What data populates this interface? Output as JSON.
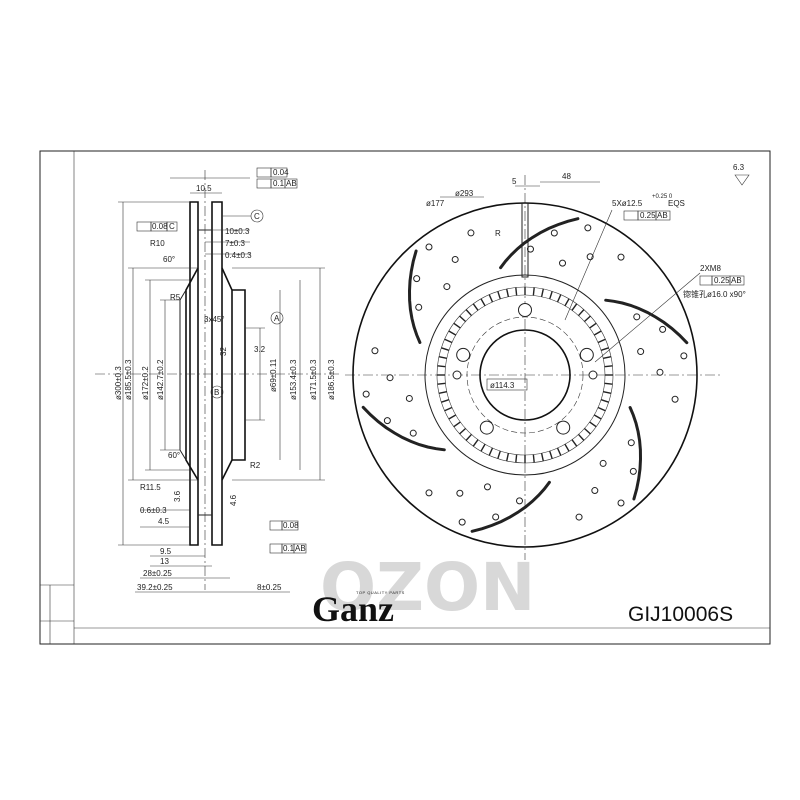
{
  "drawing": {
    "watermark": "OZON",
    "roughness": "6.3",
    "part_number": "GIJ10006S"
  },
  "brand": {
    "name": "Ganz",
    "tagline": "TOP QUALITY PARTS"
  },
  "side_view": {
    "dims_top": [
      "10.5",
      "10±0.3",
      "7±0.3",
      "0.4±0.3"
    ],
    "dims_left_labels": [
      "R10",
      "60°",
      "R5",
      "60°",
      "R11.5",
      "0.6±0.3",
      "4.5"
    ],
    "dims_bottom": [
      "9.5",
      "13",
      "28±0.25",
      "39.2±0.25",
      "8±0.25"
    ],
    "diameters_left": [
      "ø300±0.3",
      "ø185.5±0.3",
      "ø172±0.2",
      "ø142.7±0.2"
    ],
    "diameters_right": [
      "ø69±0.11",
      "ø153.4±0.3",
      "ø171.5±0.3",
      "ø186.5±0.3"
    ],
    "annotations": [
      "3x45°",
      "32",
      "3.2",
      "R2",
      "3.6",
      "4.6"
    ],
    "datum_labels": [
      "A",
      "B",
      "C"
    ],
    "tolerances": {
      "top_flatness": "0.04",
      "top_runout_value": "0.1",
      "top_runout_datum": "AB",
      "parallel_value": "0.08",
      "parallel_datum": "C",
      "bottom_flatness": "0.08",
      "bottom_runout_value": "0.1",
      "bottom_runout_datum": "AB"
    }
  },
  "front_view": {
    "labels": [
      "ø293",
      "ø177",
      "5",
      "48",
      "R",
      "ø114.3"
    ],
    "bolt_callout": "5Xø12.5",
    "bolt_tol": "+0.25 0",
    "bolt_eqs": "EQS",
    "bolt_pos_value": "0.25",
    "bolt_pos_datum": "AB",
    "thread_callout": "2XM8",
    "thread_pos_value": "0.25",
    "thread_pos_datum": "AB",
    "countersink": "锪锥孔ø16.0 x90°"
  }
}
